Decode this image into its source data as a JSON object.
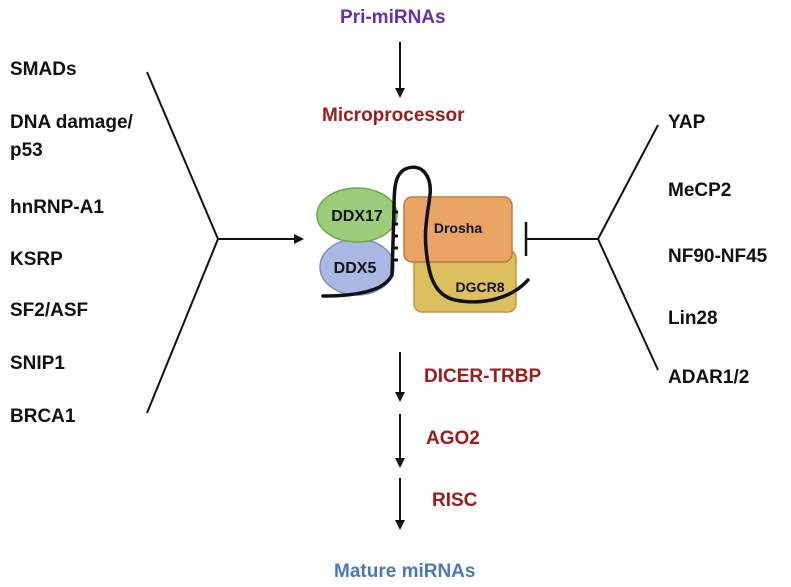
{
  "colors": {
    "purple": "#6a2fa8",
    "darkred": "#a01c1c",
    "blue": "#4a78b8",
    "ddx17_fill": "#9ccd7a",
    "ddx5_fill": "#a9b9e3",
    "drosha_fill": "#e9a466",
    "dgcr8_fill": "#dcc060"
  },
  "top_label": "Pri-miRNAs",
  "microprocessor_label": "Microprocessor",
  "complex": {
    "ddx17": "DDX17",
    "ddx5": "DDX5",
    "drosha": "Drosha",
    "dgcr8": "DGCR8"
  },
  "activators": [
    "SMADs",
    "DNA damage/",
    "p53",
    "hnRNP-A1",
    "KSRP",
    "SF2/ASF",
    "SNIP1",
    "BRCA1"
  ],
  "inhibitors": [
    "YAP",
    "MeCP2",
    "NF90-NF45",
    "Lin28",
    "ADAR1/2"
  ],
  "downstream": [
    "DICER-TRBP",
    "AGO2",
    "RISC"
  ],
  "bottom_label": "Mature miRNAs"
}
